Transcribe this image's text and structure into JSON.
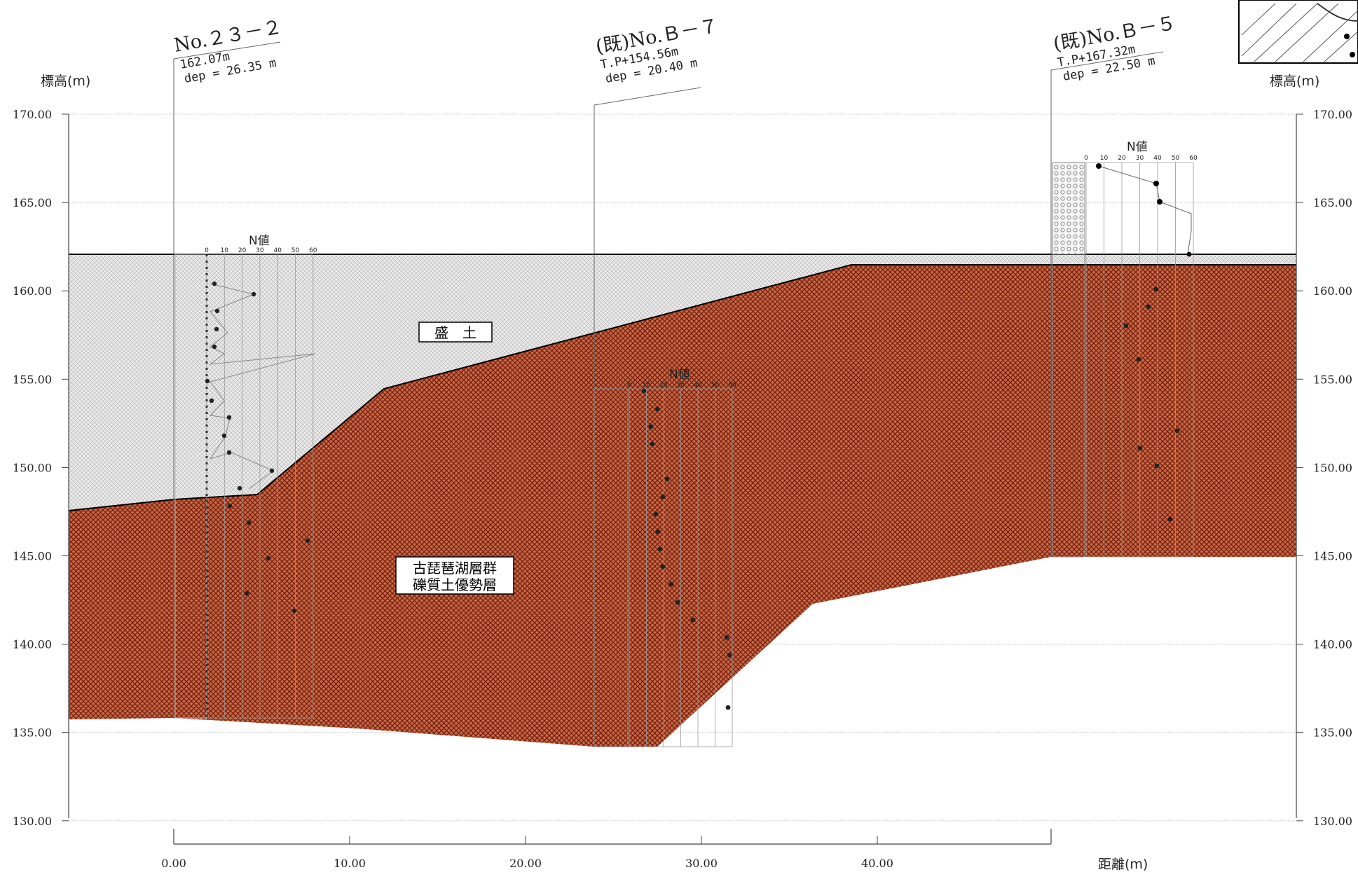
{
  "axes": {
    "y_title_left": "標高(m)",
    "y_title_right": "標高(m)",
    "x_title": "距離(m)",
    "y_ticks": [
      "170.00",
      "165.00",
      "160.00",
      "155.00",
      "150.00",
      "145.00",
      "140.00",
      "135.00",
      "130.00"
    ],
    "x_ticks": [
      "0.00",
      "10.00",
      "20.00",
      "30.00",
      "40.00"
    ]
  },
  "boreholes": [
    {
      "name": "No.２３－２",
      "line1": "162.07m",
      "line2": "dep = 26.35 m",
      "n_title": "N値"
    },
    {
      "name": "(既)No.Ｂ－７",
      "line1": "T.P+154.56m",
      "line2": "dep = 20.40 m",
      "n_title": "N値"
    },
    {
      "name": "(既)No.Ｂ－５",
      "line1": "T.P+167.32m",
      "line2": "dep = 22.50 m",
      "n_title": "N値"
    }
  ],
  "n_scale": [
    "0",
    "10",
    "20",
    "30",
    "40",
    "50",
    "60"
  ],
  "layers": {
    "fill_label": "盛　土",
    "gravel_label_1": "古琵琶湖層群",
    "gravel_label_2": "礫質土優勢層"
  },
  "colors": {
    "fill_hatch": "#b8b8b8",
    "gravel_hatch": "#8c2a14",
    "grid": "#c8c8c8",
    "boundary": "#000000"
  }
}
